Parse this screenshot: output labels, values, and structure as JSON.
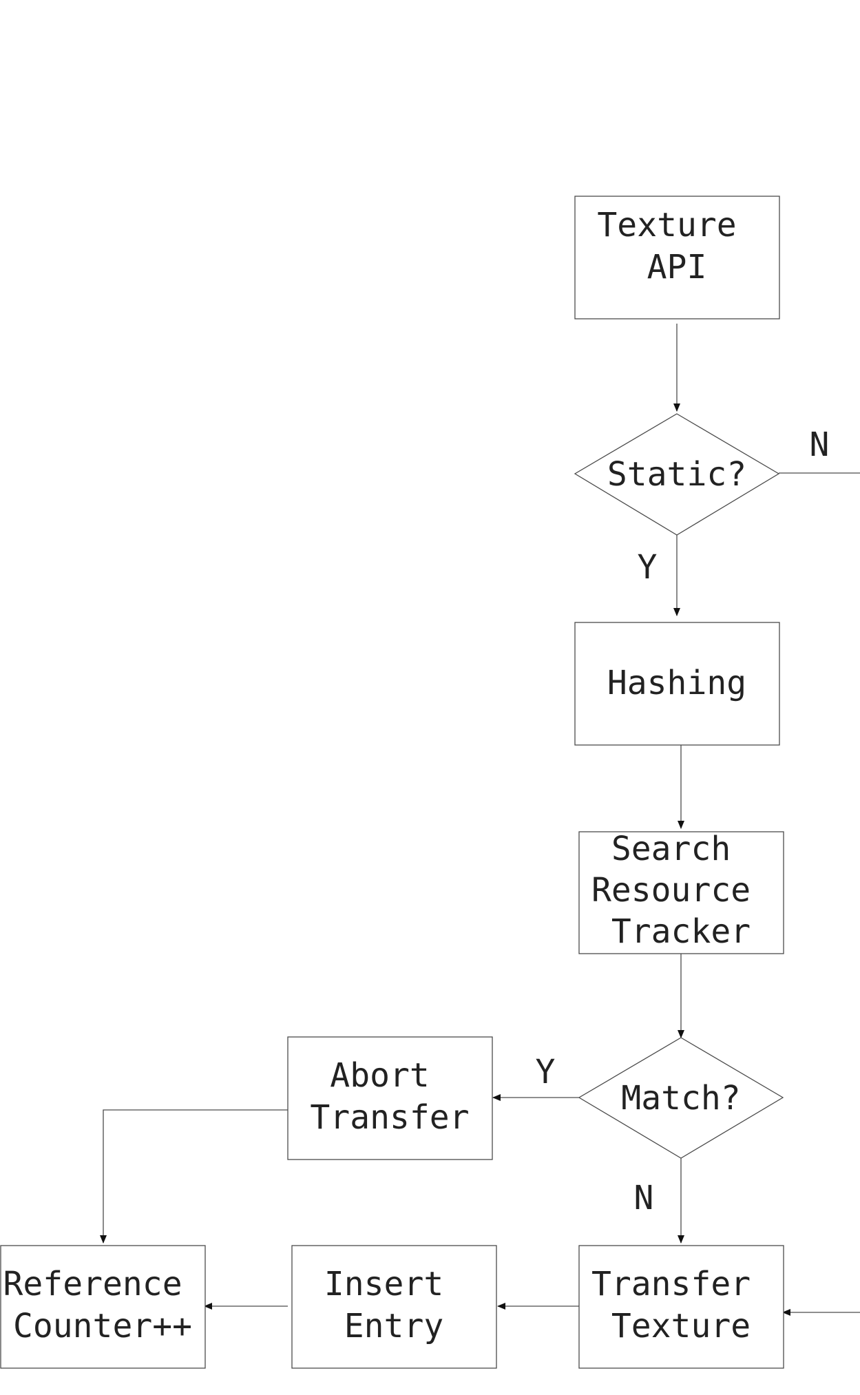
{
  "nodes": {
    "texture_api": {
      "lines": [
        "Texture",
        "API"
      ]
    },
    "static_decision": {
      "lines": [
        "Static?"
      ]
    },
    "hashing": {
      "lines": [
        "Hashing"
      ]
    },
    "search_tracker": {
      "lines": [
        "Search",
        "Resource",
        "Tracker"
      ]
    },
    "match_decision": {
      "lines": [
        "Match?"
      ]
    },
    "abort_transfer": {
      "lines": [
        "Abort",
        "Transfer"
      ]
    },
    "transfer_texture": {
      "lines": [
        "Transfer",
        "Texture"
      ]
    },
    "insert_entry": {
      "lines": [
        "Insert",
        "Entry"
      ]
    },
    "reference_counter": {
      "lines": [
        "Reference",
        "Counter++"
      ]
    }
  },
  "edge_labels": {
    "static_no": "N",
    "static_yes": "Y",
    "match_yes": "Y",
    "match_no": "N"
  }
}
